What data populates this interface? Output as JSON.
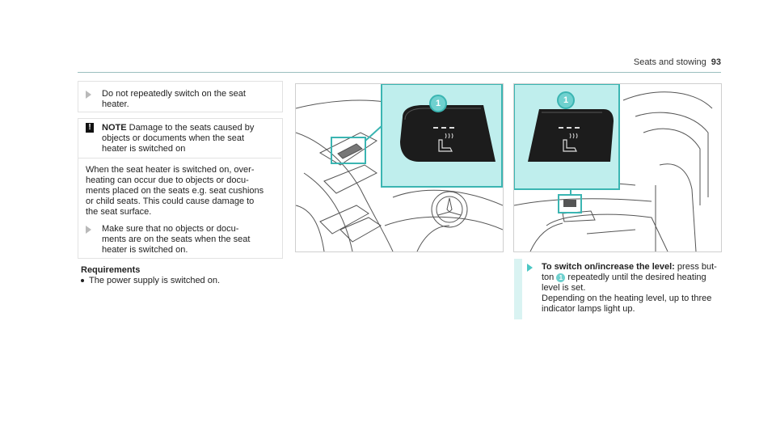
{
  "header": {
    "section": "Seats and stowing",
    "page_number": "93"
  },
  "instruction_top": {
    "line1": "Do not repeatedly switch on the seat",
    "line2": "heater."
  },
  "note": {
    "title": "NOTE",
    "title_rest": " Damage to the seats caused by",
    "line2": "objects or documents when the seat",
    "line3": "heater is switched on",
    "para_lines": [
      "When the seat heater is switched on, over-",
      "heating can occur due to objects or docu-",
      "ments placed on the seats e.g. seat cushions",
      "or child seats. This could cause damage to",
      "the seat surface."
    ],
    "instr_lines": [
      "Make sure that no objects or docu-",
      "ments are on the seats when the seat",
      "heater is switched on."
    ]
  },
  "requirements": {
    "title": "Requirements",
    "item": "The power supply is switched on."
  },
  "callout": {
    "number": "1"
  },
  "action": {
    "bold": "To switch on/increase the level:",
    "line1_rest": " press but-",
    "line2_pre": "ton ",
    "line2_post": " repeatedly until the desired heating",
    "line3": "level is set.",
    "line4": "Depending on the heating level, up to three",
    "line5": "indicator lamps light up."
  },
  "colors": {
    "accent": "#6fd1cf",
    "highlight_bg": "#bfeeed",
    "rule": "#9bbfbf"
  }
}
